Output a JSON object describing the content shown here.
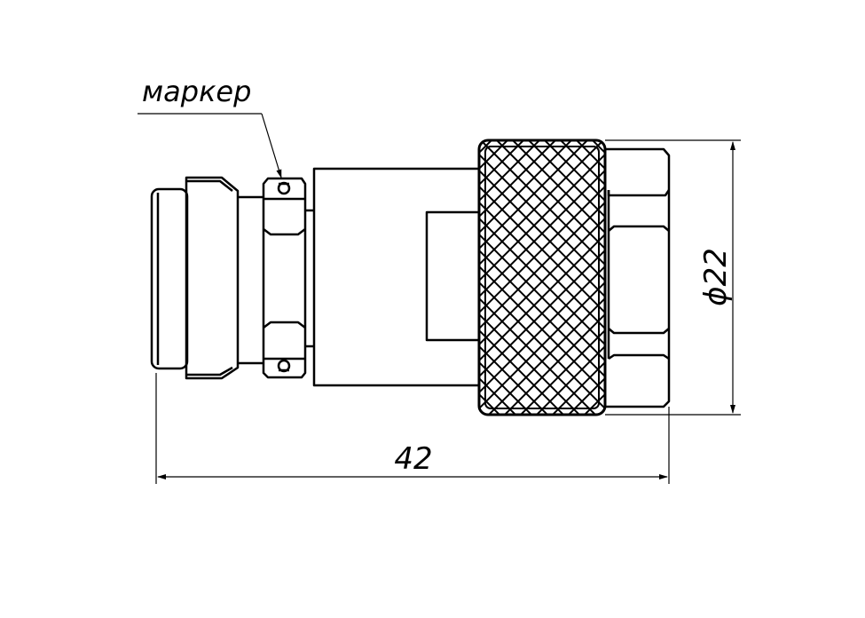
{
  "labels": {
    "marker": "маркер",
    "length": "42",
    "diameter": "ϕ22"
  }
}
